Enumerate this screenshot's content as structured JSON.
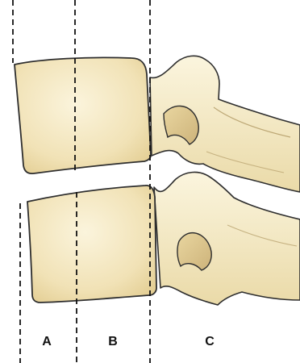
{
  "figure": {
    "background": "#ffffff",
    "bone_color": "#f3e6bd",
    "outline_color": "#2e2e2e",
    "divider_style": "dashed"
  },
  "regions": [
    {
      "label": "A"
    },
    {
      "label": "B"
    },
    {
      "label": "C"
    }
  ]
}
